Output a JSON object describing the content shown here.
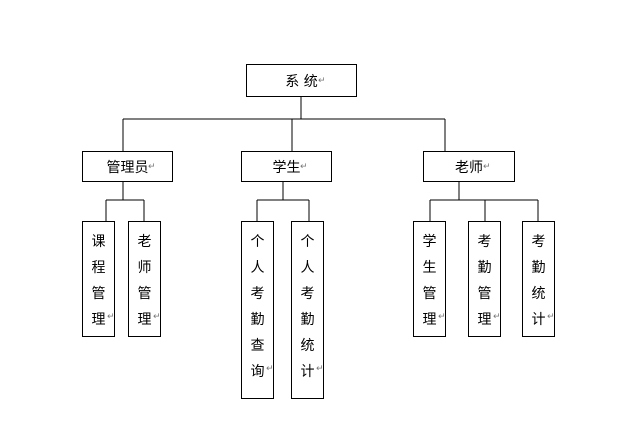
{
  "return_mark": "↵",
  "root": {
    "label": "系 统"
  },
  "roles": [
    {
      "label": "管理员",
      "children": [
        "课程管理",
        "老师管理"
      ]
    },
    {
      "label": "学生",
      "children": [
        "个人考勤查询",
        "个人考勤统计"
      ]
    },
    {
      "label": "老师",
      "children": [
        "学生管理",
        "考勤管理",
        "考勤统计"
      ]
    }
  ]
}
